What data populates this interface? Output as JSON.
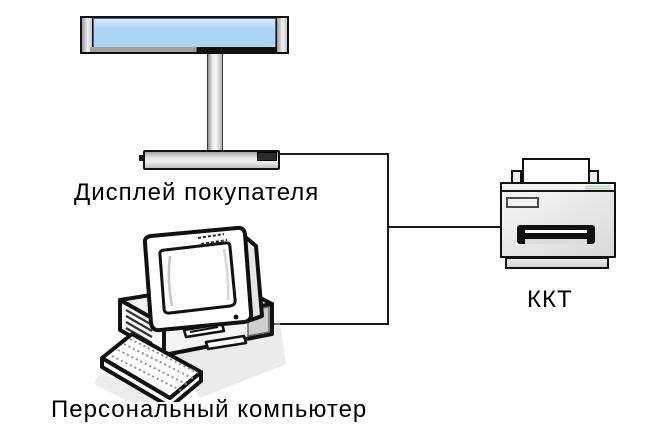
{
  "diagram": {
    "title": "",
    "labels": {
      "customer_display": "Дисплей покупателя",
      "personal_computer": "Персональный компьютер",
      "fiscal_printer": "ККТ"
    },
    "colors": {
      "background": "#ffffff",
      "display_screen_blue": "#a9d5f9",
      "wire": "#1a1a1a",
      "printer_green_accent": "#cde6cb"
    },
    "nodes": [
      {
        "id": "customer-display",
        "label": "Дисплей покупателя"
      },
      {
        "id": "personal-computer",
        "label": "Персональный компьютер"
      },
      {
        "id": "fiscal-printer",
        "label": "ККТ"
      }
    ],
    "connections": [
      {
        "from": "customer-display",
        "to": "personal-computer"
      },
      {
        "from": "fiscal-printer",
        "to": "trunk-line"
      }
    ]
  }
}
